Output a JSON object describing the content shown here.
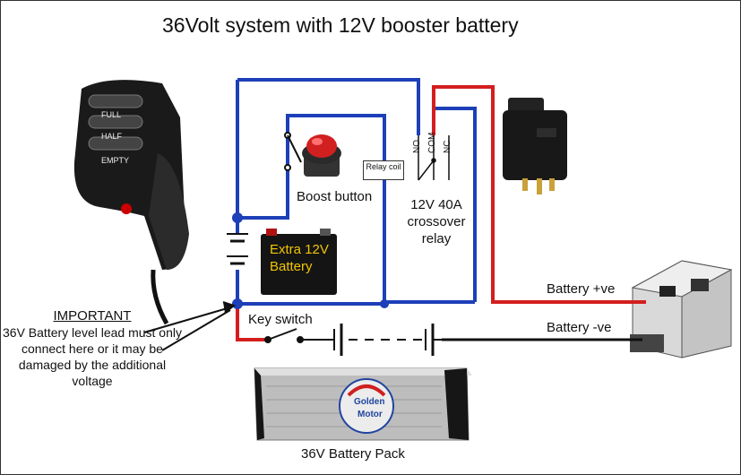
{
  "title": "36Volt system with 12V booster battery",
  "labels": {
    "boost_button": "Boost button",
    "relay_coil": "Relay coil",
    "relay_line1": "12V 40A",
    "relay_line2": "crossover",
    "relay_line3": "relay",
    "terminal_no": "NO",
    "terminal_com": "COM",
    "terminal_nc": "NC",
    "key_switch": "Key switch",
    "battery_pos": "Battery +ve",
    "battery_neg": "Battery -ve",
    "battery_pack": "36V Battery Pack",
    "extra_battery_line1": "Extra 12V",
    "extra_battery_line2": "Battery",
    "throttle_full": "FULL",
    "throttle_half": "HALF",
    "throttle_empty": "EMPTY",
    "pack_brand_1": "Golden",
    "pack_brand_2": "Motor"
  },
  "note": {
    "heading": "IMPORTANT",
    "text": "36V Battery level lead must only connect here or it may be damaged by the additional voltage"
  },
  "colors": {
    "wire_blue": "#1d3fb8",
    "wire_red": "#d41e1e",
    "wire_black": "#111111",
    "battery_text": "#f2c500"
  }
}
